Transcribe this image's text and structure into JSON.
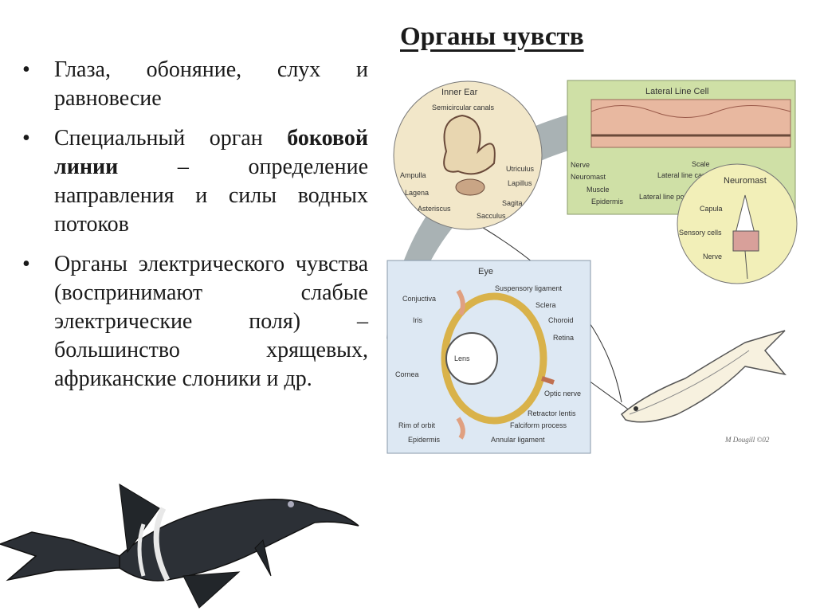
{
  "title": "Органы чувств",
  "bullets": [
    {
      "plain_before": "Глаза, обоняние, слух и равновесие",
      "bold": "",
      "plain_after": ""
    },
    {
      "plain_before": "Специальный орган ",
      "bold": "боковой линии",
      "plain_after": " – определение направления и силы водных потоков"
    },
    {
      "plain_before": "Органы электрического чувства (воспринимают слабые электрические поля) – большинство хрящевых, африканские слоники и др.",
      "bold": "",
      "plain_after": ""
    }
  ],
  "inner_ear": {
    "title": "Inner Ear",
    "labels": [
      "Semicircular canals",
      "Utriculus",
      "Lapillus",
      "Sagita",
      "Sacculus",
      "Asteriscus",
      "Lagena",
      "Ampulla"
    ]
  },
  "lateral_line": {
    "title": "Lateral Line Cell",
    "labels": [
      "Nerve",
      "Neuromast",
      "Muscle",
      "Epidermis",
      "Lateral line canal",
      "Lateral line pore",
      "Scale"
    ]
  },
  "neuromast": {
    "title": "Neuromast",
    "labels": [
      "Capula",
      "Sensory cells",
      "Nerve"
    ]
  },
  "eye": {
    "title": "Eye",
    "labels": [
      "Suspensory ligament",
      "Sclera",
      "Choroid",
      "Retina",
      "Conjuctiva",
      "Iris",
      "Lens",
      "Cornea",
      "Optic nerve",
      "Retractor lentis",
      "Falciform process",
      "Annular ligament",
      "Rim of orbit",
      "Epidermis"
    ]
  },
  "signature": "M Dougill ©02",
  "colors": {
    "panel_green": "#cfe0a6",
    "panel_blue": "#dde8f3",
    "circle_fill": "#f2e7c9",
    "gray_arc": "#a9b2b4"
  }
}
